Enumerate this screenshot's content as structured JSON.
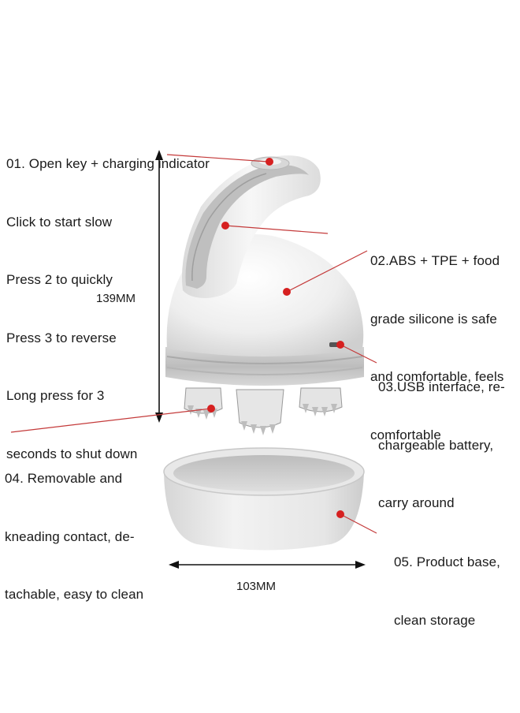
{
  "annotations": {
    "a01": [
      "01. Open key + charging indicator",
      "Click to start slow",
      "Press 2 to quickly",
      "Press 3 to reverse",
      "Long press for 3",
      "seconds to shut down"
    ],
    "a02": [
      "02.ABS + TPE + food",
      "grade silicone is safe",
      "and comfortable, feels",
      "comfortable"
    ],
    "a03": [
      "03.USB interface, re-",
      "chargeable battery,",
      "carry around"
    ],
    "a04": [
      "04. Removable and",
      "kneading contact, de-",
      "tachable, easy to clean"
    ],
    "a05": [
      "05. Product base,",
      "clean storage"
    ]
  },
  "dimensions": {
    "height": "139MM",
    "width": "103MM"
  },
  "colors": {
    "device": "#ececec",
    "accent_band": "#c9c9c9",
    "marker": "#d62020",
    "leader_line": "#c43a3a",
    "dimension_line": "#111111"
  }
}
